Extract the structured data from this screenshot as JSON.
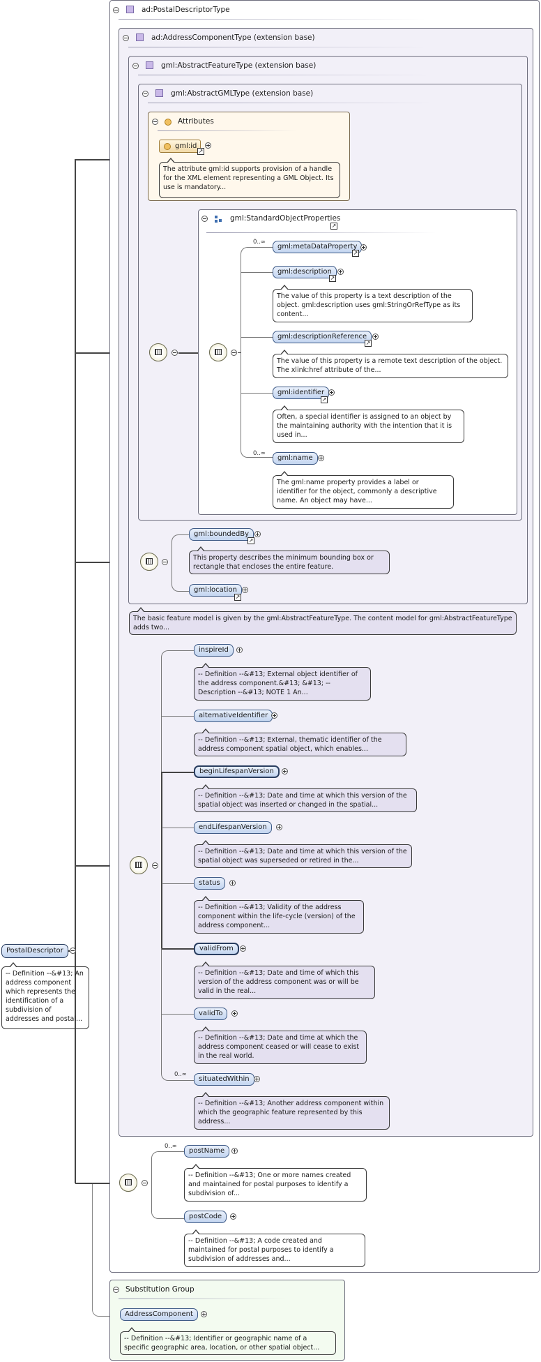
{
  "panels": {
    "postal_descriptor_type": "ad:PostalDescriptorType",
    "address_component_type": "ad:AddressComponentType (extension base)",
    "abstract_feature_type": "gml:AbstractFeatureType (extension base)",
    "abstract_gml_type": "gml:AbstractGMLType (extension base)",
    "attributes": "Attributes",
    "standard_object_properties": "gml:StandardObjectProperties",
    "substitution_group": "Substitution Group"
  },
  "root": {
    "name": "PostalDescriptor",
    "doc": "-- Definition --&#13; An address component which represents the identification of a subdivision of addresses and postal..."
  },
  "gml_id": {
    "name": "gml:id",
    "doc": "The attribute gml:id supports provision of a handle for the XML element representing a GML Object. Its use is mandatory..."
  },
  "standard_props": [
    {
      "name": "gml:metaDataProperty",
      "card": "0..∞",
      "doc": ""
    },
    {
      "name": "gml:description",
      "card": "",
      "doc": "The value of this property is a text description of the object. gml:description uses gml:StringOrRefType as its content..."
    },
    {
      "name": "gml:descriptionReference",
      "card": "",
      "doc": "The value of this property is a remote text description of the object. The xlink:href attribute of the..."
    },
    {
      "name": "gml:identifier",
      "card": "",
      "doc": "Often, a special identifier is assigned to an object by the maintaining authority with the intention that it is used in..."
    },
    {
      "name": "gml:name",
      "card": "0..∞",
      "doc": "The gml:name property provides a label or identifier for the object, commonly a descriptive name. An object may have..."
    }
  ],
  "feature_props": [
    {
      "name": "gml:boundedBy",
      "doc": "This property describes the minimum bounding box or rectangle that encloses the entire feature."
    },
    {
      "name": "gml:location",
      "doc": ""
    }
  ],
  "feature_note": "The basic feature model is given by the gml:AbstractFeatureType. The content model for gml:AbstractFeatureType adds two...",
  "address_component_items": [
    {
      "name": "inspireId",
      "card": "",
      "doc": "-- Definition --&#13; External object identifier of the address component.&#13; &#13; -- Description --&#13; NOTE 1 An..."
    },
    {
      "name": "alternativeIdentifier",
      "card": "",
      "doc": "-- Definition --&#13; External, thematic identifier of the address component spatial object, which enables..."
    },
    {
      "name": "beginLifespanVersion",
      "card": "",
      "doc": "-- Definition --&#13; Date and time at which this version of the spatial object was inserted or changed in the spatial..."
    },
    {
      "name": "endLifespanVersion",
      "card": "",
      "doc": "-- Definition --&#13; Date and time at which this version of the spatial object was superseded or retired in the..."
    },
    {
      "name": "status",
      "card": "",
      "doc": "-- Definition --&#13; Validity of the address component within the life-cycle (version) of the address component..."
    },
    {
      "name": "validFrom",
      "card": "",
      "doc": "-- Definition --&#13; Date and time of which this version of the address component was or will be valid in the real..."
    },
    {
      "name": "validTo",
      "card": "",
      "doc": "-- Definition --&#13; Date and time at which the address component ceased or will cease to exist in the real world."
    },
    {
      "name": "situatedWithin",
      "card": "0..∞",
      "doc": "-- Definition --&#13; Another address component within which the geographic feature represented by this address..."
    }
  ],
  "postal_items": [
    {
      "name": "postName",
      "card": "0..∞",
      "doc": "-- Definition --&#13; One or more names created and maintained for postal purposes to identify a subdivision of..."
    },
    {
      "name": "postCode",
      "card": "",
      "doc": "-- Definition --&#13; A code created and maintained for postal purposes to identify a subdivision of addresses and..."
    }
  ],
  "substitution": {
    "name": "AddressComponent",
    "doc": "-- Definition --&#13; Identifier or geographic name of a specific geographic area, location, or other spatial object..."
  },
  "colors": {
    "panel_fill": "#f2f0f8",
    "attributes_fill": "#fff8ec",
    "doc_fill": "#e4e0f0",
    "substitution_fill": "#f3fbf0",
    "element_fill": "#c3d5f0"
  }
}
